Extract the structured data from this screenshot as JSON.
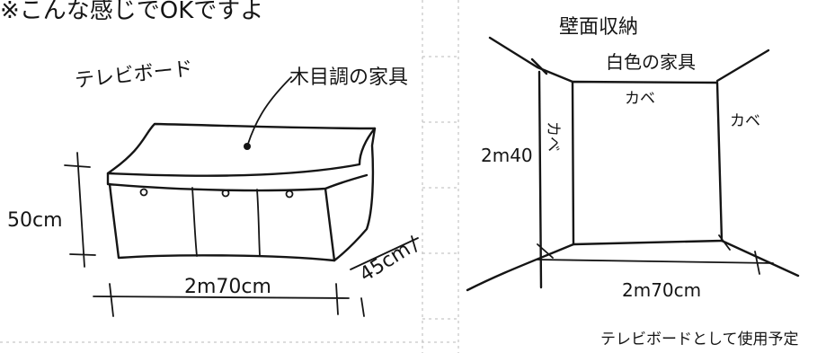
{
  "top_note": "※こんな感じでOKですよ",
  "left_sketch": {
    "title": "テレビボード",
    "material_label": "木目調の家具",
    "height_label": "50cm",
    "width_label": "2m70cm",
    "depth_label": "45cm"
  },
  "right_sketch": {
    "title": "壁面収納",
    "subtitle": "白色の家具",
    "wall_back_label": "カベ",
    "wall_left_label": "カベ",
    "wall_right_label": "カベ",
    "height_label": "2m40",
    "width_label": "2m70cm",
    "usage_note": "テレビボードとして使用予定"
  }
}
